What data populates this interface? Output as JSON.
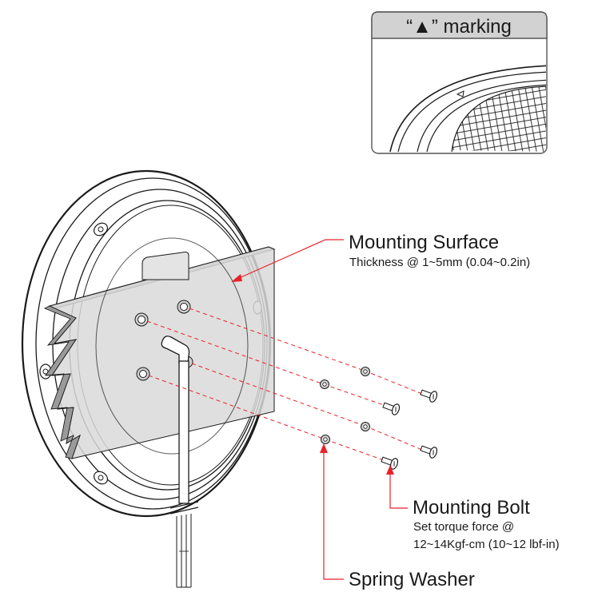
{
  "inset": {
    "title": "“▲” marking",
    "header_color": "#d2d2d2"
  },
  "callouts": {
    "mounting_surface": {
      "title": "Mounting Surface",
      "subtitle": "Thickness @ 1~5mm (0.04~0.2in)"
    },
    "mounting_bolt": {
      "title": "Mounting Bolt",
      "line1": "Set torque force @",
      "line2": "12~14Kgf-cm (10~12 lbf-in)"
    },
    "spring_washer": {
      "title": "Spring Washer"
    }
  },
  "colors": {
    "leader": "#e8222a",
    "outline": "#1a1a1a",
    "panel": "#d9d9d9"
  },
  "icons": {
    "marking": "triangle-marker-icon"
  }
}
